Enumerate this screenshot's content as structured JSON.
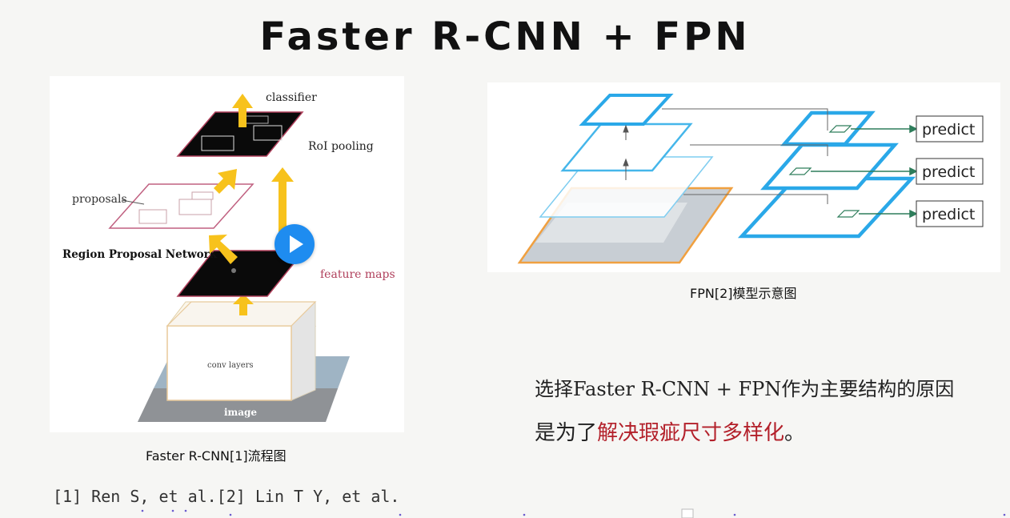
{
  "title": "Faster R-CNN + FPN",
  "rcnn_diagram": {
    "labels": {
      "classifier": "classifier",
      "roi_pooling": "RoI pooling",
      "proposals": "proposals",
      "rpn": "Region Proposal Network",
      "feature_maps": "feature maps",
      "conv_layers": "conv layers",
      "image": "image"
    },
    "caption": "Faster R-CNN[1]流程图",
    "colors": {
      "arrow": "#f7c21c",
      "plane_border": "#b0405c",
      "feature_label": "#b0405c"
    }
  },
  "fpn_diagram": {
    "predict_labels": [
      "predict",
      "predict",
      "predict"
    ],
    "caption": "FPN[2]模型示意图",
    "colors": {
      "pyramid": "#2aa8e8",
      "image_border": "#f0a040",
      "predict_arrow": "#2e7d5b"
    }
  },
  "reason": {
    "line1": "选择Faster R-CNN + FPN作为主要结构的原因",
    "line2_prefix": "是为了",
    "line2_highlight": "解决瑕疵尺寸多样化",
    "line2_suffix": "。"
  },
  "references": "[1] Ren S, et al.[2] Lin T Y, et al.",
  "colors": {
    "highlight": "#b3202a",
    "play_button": "#1e8cf0"
  }
}
